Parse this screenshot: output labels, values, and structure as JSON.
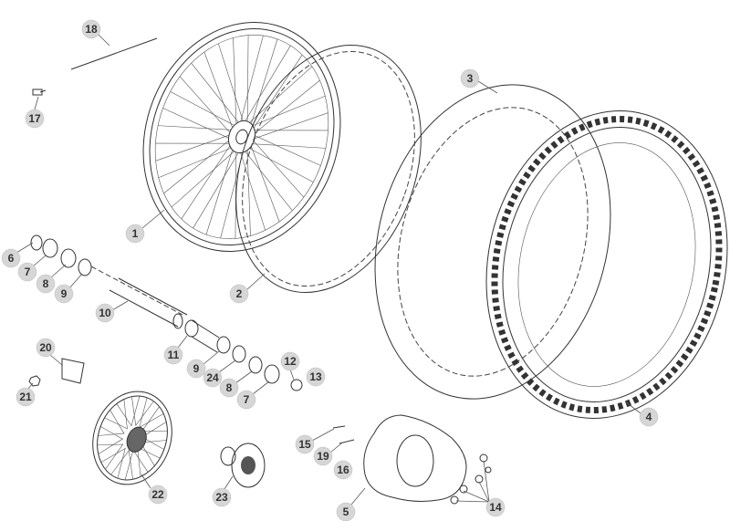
{
  "diagram": {
    "title": "Front wheel exploded parts diagram",
    "callouts": {
      "c1": "1",
      "c2": "2",
      "c3": "3",
      "c4": "4",
      "c5": "5",
      "c6": "6",
      "c7a": "7",
      "c8a": "8",
      "c9a": "9",
      "c10": "10",
      "c11": "11",
      "c9b": "9",
      "c24": "24",
      "c8b": "8",
      "c7b": "7",
      "c12": "12",
      "c13": "13",
      "c14": "14",
      "c15": "15",
      "c16": "16",
      "c17": "17",
      "c18": "18",
      "c19": "19",
      "c20": "20",
      "c21": "21",
      "c22": "22",
      "c23": "23"
    }
  }
}
